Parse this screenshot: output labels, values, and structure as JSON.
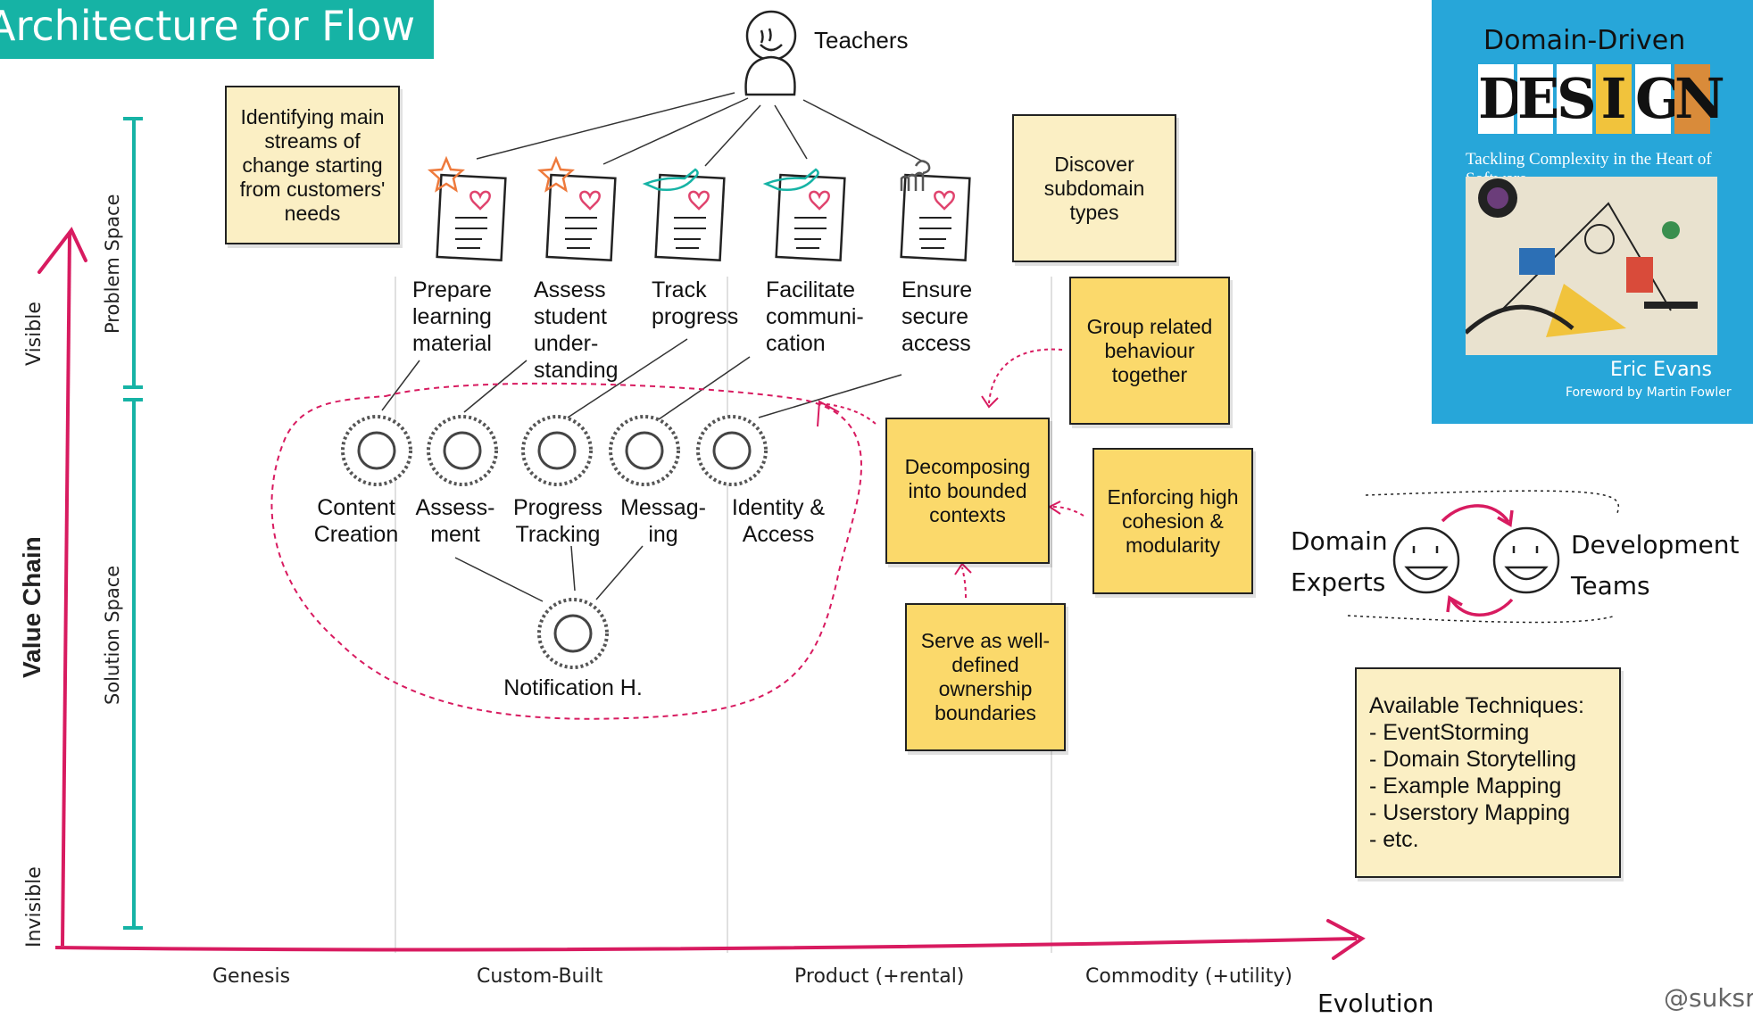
{
  "title": "Architecture for Flow",
  "top_actor": "Teachers",
  "notes": {
    "identify": "Identifying main streams of change starting from customers' needs",
    "discover": "Discover subdomain types",
    "group": "Group related behaviour together",
    "decompose": "Decomposing into bounded contexts",
    "enforce": "Enforcing high cohesion & modularity",
    "serve": "Serve as well-defined ownership boundaries",
    "techniques_title": "Available Techniques:",
    "techniques": [
      "- EventStorming",
      "- Domain Storytelling",
      "- Example Mapping",
      "- Userstory Mapping",
      "- etc."
    ]
  },
  "needs": [
    "Prepare learning material",
    "Assess student under-standing",
    "Track progress",
    "Facilitate communi-cation",
    "Ensure secure access"
  ],
  "needs_lines": [
    [
      "Prepare",
      "learning",
      "material"
    ],
    [
      "Assess",
      "student",
      "under-",
      "standing"
    ],
    [
      "Track",
      "progress"
    ],
    [
      "Facilitate",
      "communi-",
      "cation"
    ],
    [
      "Ensure",
      "secure",
      "access"
    ]
  ],
  "components": [
    [
      "Content",
      "Creation"
    ],
    [
      "Assess-",
      "ment"
    ],
    [
      "Progress",
      "Tracking"
    ],
    [
      "Messag-",
      "ing"
    ],
    [
      "Identity &",
      "Access"
    ]
  ],
  "notification": "Notification H.",
  "team_left": [
    "Domain",
    "Experts"
  ],
  "team_right": [
    "Development",
    "Teams"
  ],
  "axes": {
    "y_title": "Value Chain",
    "y_top": "Visible",
    "y_bottom": "Invisible",
    "problem_space": "Problem Space",
    "solution_space": "Solution Space",
    "x_title": "Evolution",
    "x_stages": [
      "Genesis",
      "Custom-Built",
      "Product (+rental)",
      "Commodity (+utility)"
    ]
  },
  "book": {
    "title_top": "Domain-Driven",
    "title_letters": [
      "D",
      "E",
      "S",
      "I",
      "G",
      "N"
    ],
    "subtitle": "Tackling Complexity in the Heart of Software",
    "author": "Eric Evans",
    "foreword": "Foreword by Martin Fowler"
  },
  "handle": "@suksr",
  "colors": {
    "teal": "#16b3a5",
    "axis": "#d81b60",
    "note_light": "#fbefc4",
    "note_gold": "#fbd96b",
    "book_blue": "#27a6d9"
  }
}
